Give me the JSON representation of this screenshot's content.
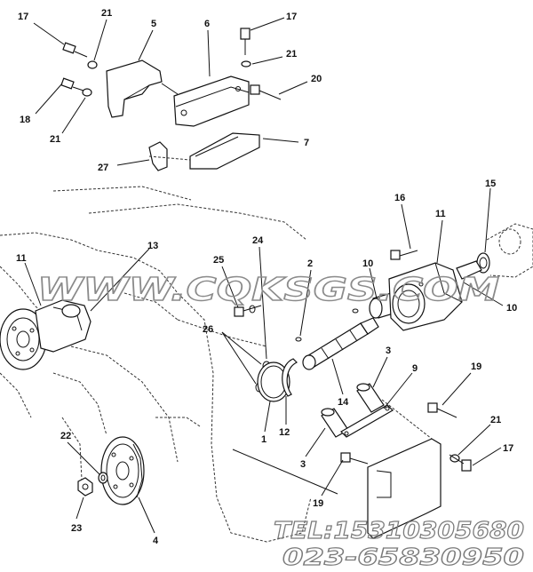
{
  "diagram": {
    "callouts": {
      "c17a": "17",
      "c21a": "21",
      "c5": "5",
      "c6": "6",
      "c17b": "17",
      "c21b": "21",
      "c20": "20",
      "c18": "18",
      "c21c": "21",
      "c7": "7",
      "c27": "27",
      "c16": "16",
      "c11a": "11",
      "c15": "15",
      "c10a": "10",
      "c10b": "10",
      "c11b": "11",
      "c13": "13",
      "c24": "24",
      "c25": "25",
      "c2": "2",
      "c26": "26",
      "c14": "14",
      "c1": "1",
      "c12": "12",
      "c3a": "3",
      "c9": "9",
      "c19a": "19",
      "c3b": "3",
      "c21d": "21",
      "c17c": "17",
      "c22": "22",
      "c23": "23",
      "c4": "4",
      "c19b": "19"
    },
    "watermark": "WWW.CQKSGS.COM",
    "contact_line1": "TEL:15310305680",
    "contact_line2": "023-65830950"
  },
  "colors": {
    "ink": "#111111",
    "watermark": "#8a8a8a",
    "background": "#ffffff"
  }
}
